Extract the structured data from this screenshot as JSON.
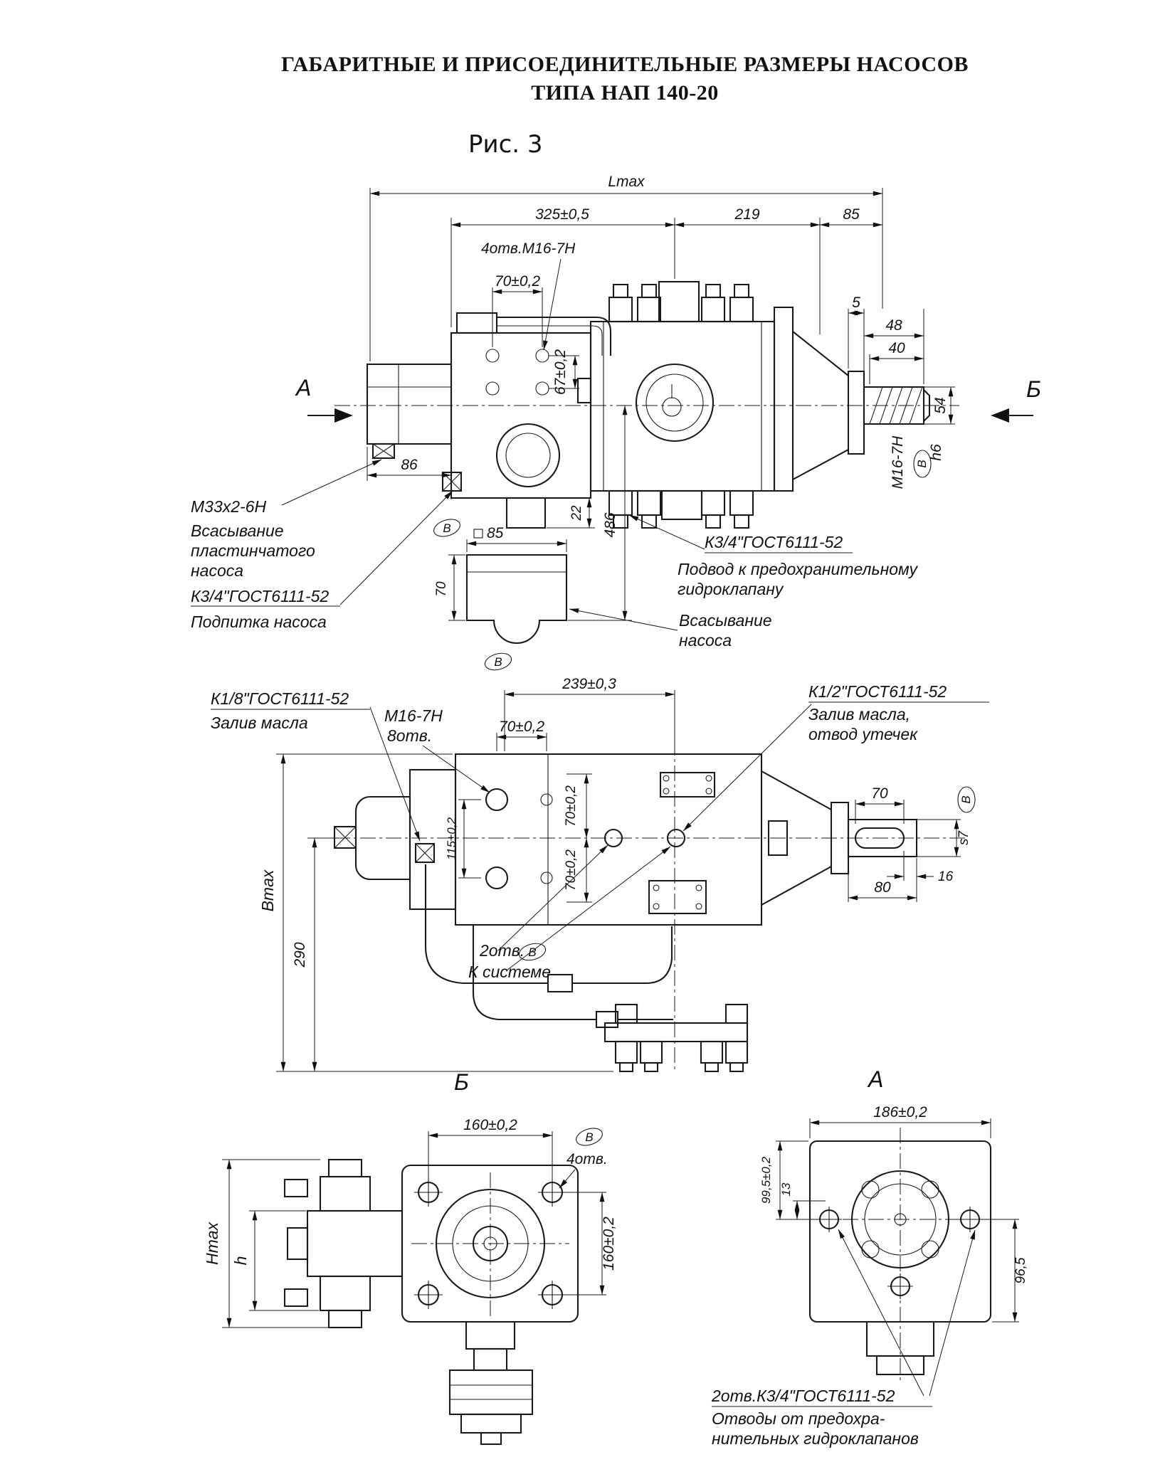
{
  "doc": {
    "title1": "ГАБАРИТНЫЕ И ПРИСОЕДИНИТЕЛЬНЫЕ РАЗМЕРЫ НАСОСОВ",
    "title2": "ТИПА НАП 140-20",
    "fig": "Рис. 3"
  },
  "side": {
    "lmax": "Lmax",
    "d325": "325±0,5",
    "d219": "219",
    "d85": "85",
    "holes4": "4отв.М16-7Н",
    "d70": "70±0,2",
    "d67": "67±0,2",
    "d5": "5",
    "d48": "48",
    "d40": "40",
    "d54": "54",
    "m16": "М16-7Н",
    "h6": "h6",
    "letterA": "А",
    "letterB": "Б",
    "d86": "86",
    "d85sq": "85",
    "d22": "22",
    "d486": "486",
    "d70v": "70",
    "m33": "М33х2-6Н",
    "vane1": "Всасывание",
    "vane2": "пластинчатого",
    "vane3": "насоса",
    "k34feed": "К3/4\"ГОСТ6111-52",
    "feed": "Подпитка насоса",
    "k34relief": "К3/4\"ГОСТ6111-52",
    "relief1": "Подвод к предохранительному",
    "relief2": "гидроклапану",
    "suct1": "Всасывание",
    "suct2": "насоса",
    "datum": "В"
  },
  "plan": {
    "d239": "239±0,3",
    "k18": "К1/8\"ГОСТ6111-52",
    "k18note": "Залив масла",
    "m16": "М16-7Н",
    "m16holes": "8отв.",
    "d70top": "70±0,2",
    "k12": "К1/2\"ГОСТ6111-52",
    "k12note1": "Залив масла,",
    "k12note2": "отвод утечек",
    "d70a": "70±0,2",
    "d70b": "70±0,2",
    "d115": "115±0,2",
    "bmax": "Вmax",
    "d290": "290",
    "holes2": "2отв.",
    "tosystem": "К системе",
    "d70shaft": "70",
    "d80": "80",
    "d16": "16",
    "s7": "s7",
    "datum": "В"
  },
  "viewB": {
    "letter": "Б",
    "d160h": "160±0,2",
    "d160v": "160±0,2",
    "holes4": "4отв.",
    "hmax": "Hmax",
    "h": "h",
    "datum": "В"
  },
  "viewA": {
    "letter": "А",
    "d186": "186±0,2",
    "d995": "99,5±0,2",
    "d13": "13",
    "d965": "96,5",
    "note1": "2отв.К3/4\"ГОСТ6111-52",
    "note2": "Отводы от предохра-",
    "note3": "нительных гидроклапанов"
  }
}
